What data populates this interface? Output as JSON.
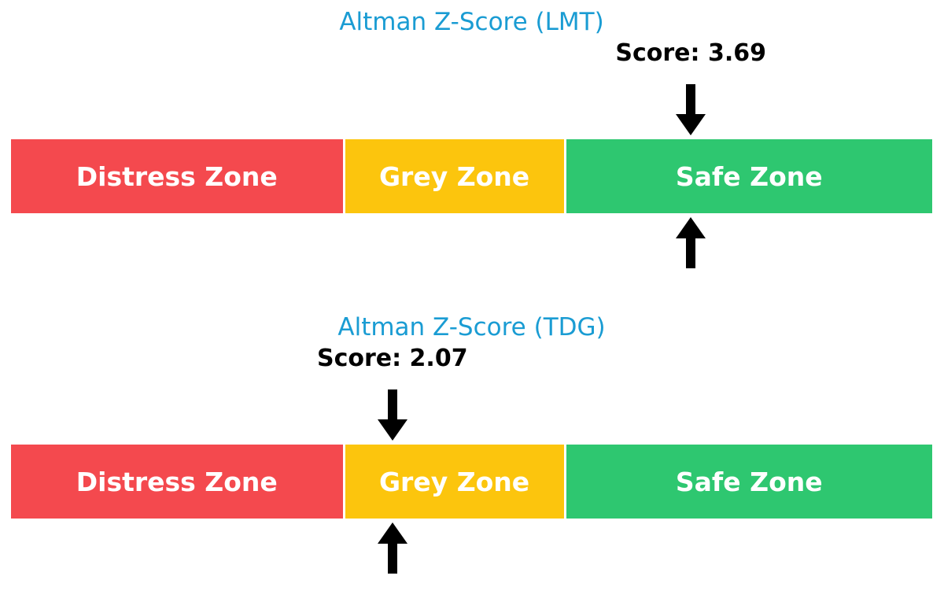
{
  "page_title": "Altman Z-Score zone charts",
  "palette": {
    "distress_red": "#F4494E",
    "grey_yellow": "#FCC50D",
    "safe_green": "#2EC770",
    "title_blue": "#1A9CD3",
    "arrow_black": "#000000",
    "zone_text_white": "#FFFFFF",
    "background": "#FFFFFF"
  },
  "chart_data": [
    {
      "type": "bar",
      "title": "Altman Z-Score (LMT)",
      "ticker": "LMT",
      "score": 3.69,
      "score_label": "Score: 3.69",
      "xlim": [
        0,
        5
      ],
      "grid": false,
      "legend_position": "none",
      "zones": [
        {
          "label": "Distress Zone",
          "range": [
            0,
            1.8
          ],
          "color": "#F4494E"
        },
        {
          "label": "Grey Zone",
          "range": [
            1.8,
            3.0
          ],
          "color": "#FCC50D"
        },
        {
          "label": "Safe Zone",
          "range": [
            3.0,
            5.0
          ],
          "color": "#2EC770"
        }
      ]
    },
    {
      "type": "bar",
      "title": "Altman Z-Score (TDG)",
      "ticker": "TDG",
      "score": 2.07,
      "score_label": "Score: 2.07",
      "xlim": [
        0,
        5
      ],
      "grid": false,
      "legend_position": "none",
      "zones": [
        {
          "label": "Distress Zone",
          "range": [
            0,
            1.8
          ],
          "color": "#F4494E"
        },
        {
          "label": "Grey Zone",
          "range": [
            1.8,
            3.0
          ],
          "color": "#FCC50D"
        },
        {
          "label": "Safe Zone",
          "range": [
            3.0,
            5.0
          ],
          "color": "#2EC770"
        }
      ]
    }
  ]
}
